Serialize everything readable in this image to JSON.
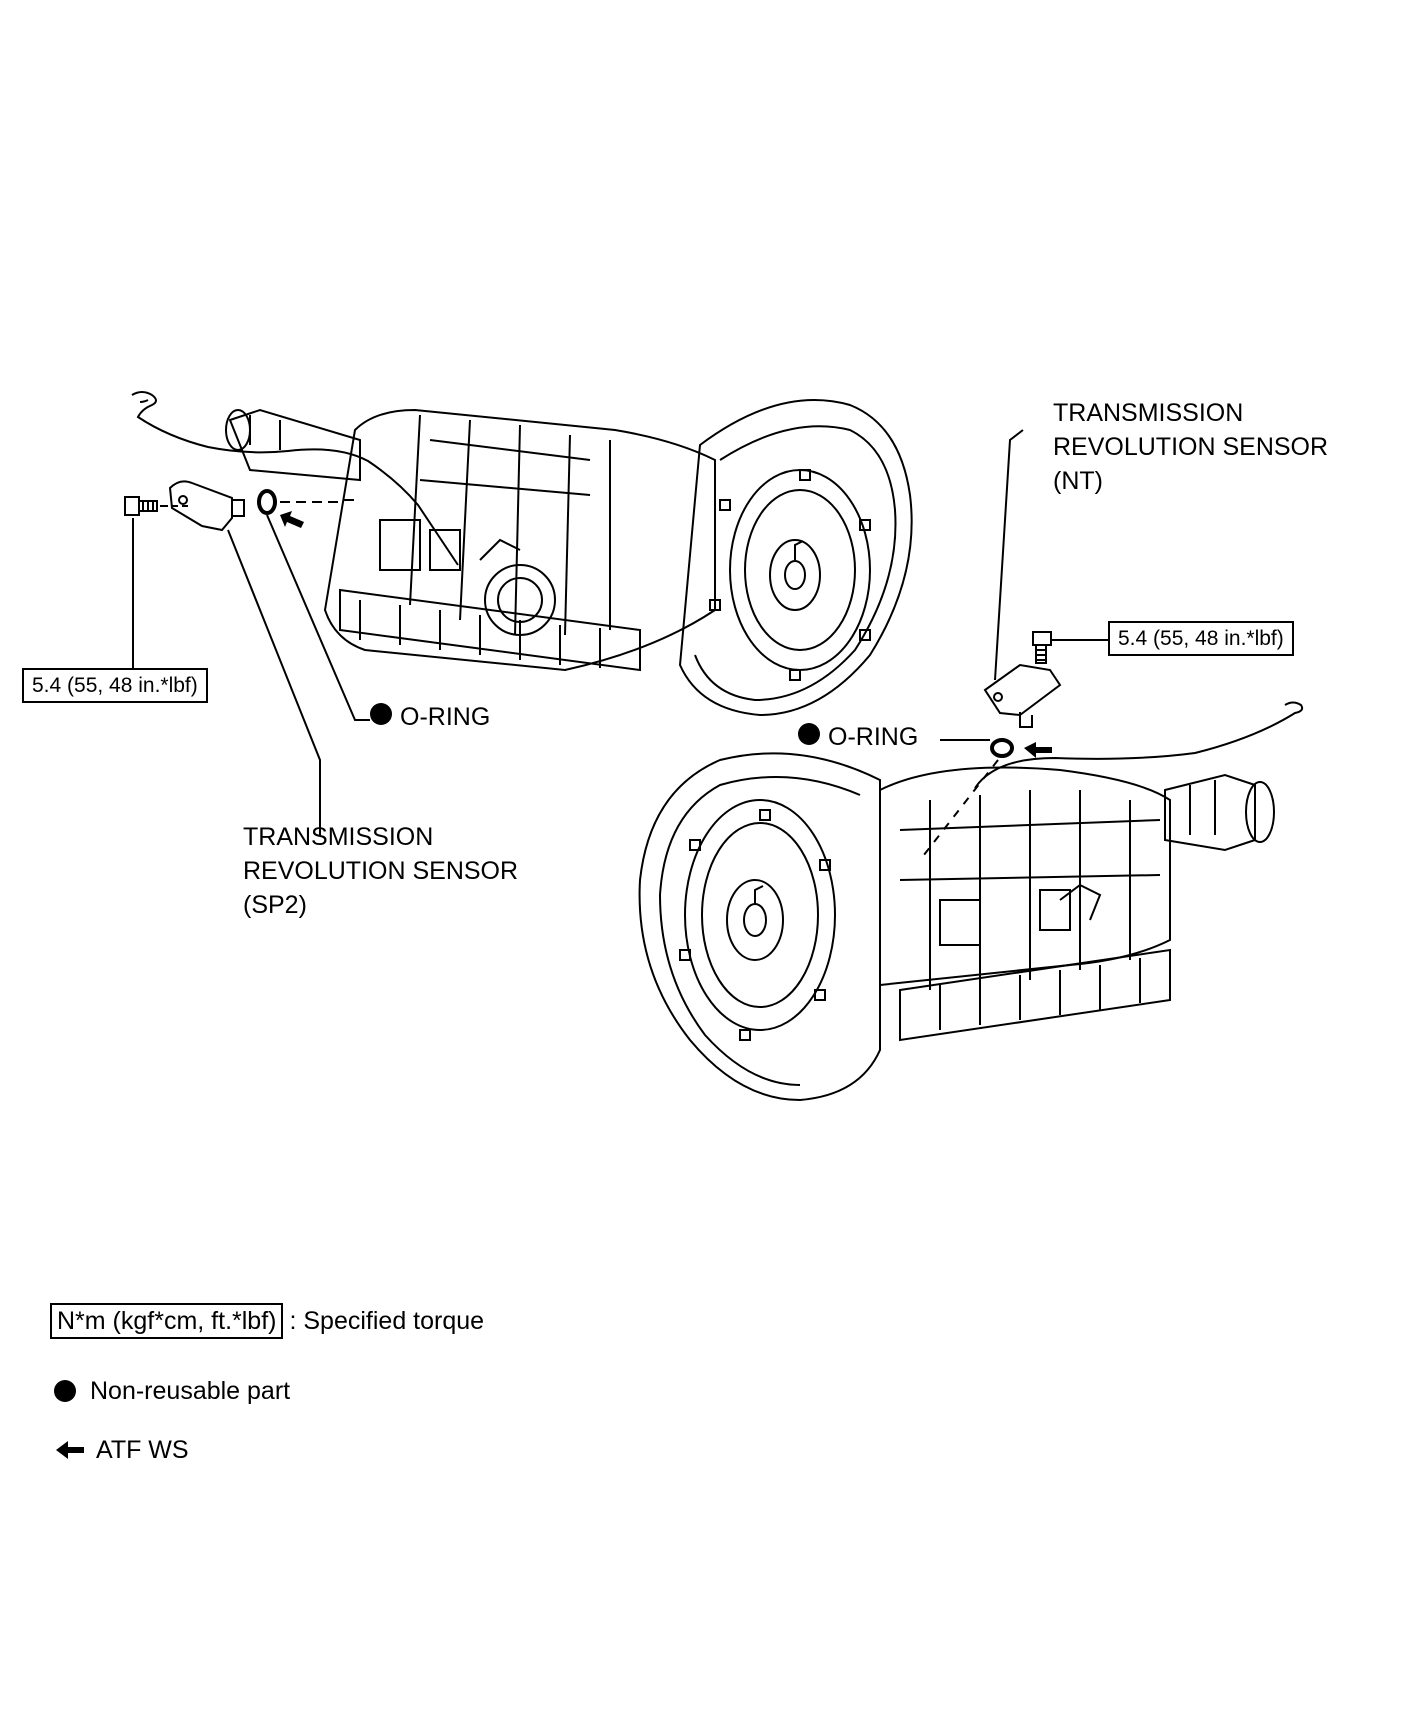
{
  "left_unit": {
    "sensor_label": [
      "TRANSMISSION",
      "REVOLUTION SENSOR",
      "(SP2)"
    ],
    "torque": "5.4 (55, 48 in.*lbf)",
    "oring_label": "O-RING"
  },
  "right_unit": {
    "sensor_label": [
      "TRANSMISSION",
      "REVOLUTION SENSOR",
      "(NT)"
    ],
    "torque": "5.4 (55, 48 in.*lbf)",
    "oring_label": "O-RING"
  },
  "legend": {
    "torque_box": "N*m (kgf*cm, ft.*lbf)",
    "torque_desc": ": Specified torque",
    "nonreusable": "Non-reusable part",
    "atf": "ATF WS"
  },
  "colors": {
    "ink": "#000000",
    "paper": "#ffffff"
  },
  "icons": [
    "bolt-icon",
    "sensor-icon",
    "o-ring-icon",
    "arrow-left-icon",
    "filled-circle-icon"
  ]
}
